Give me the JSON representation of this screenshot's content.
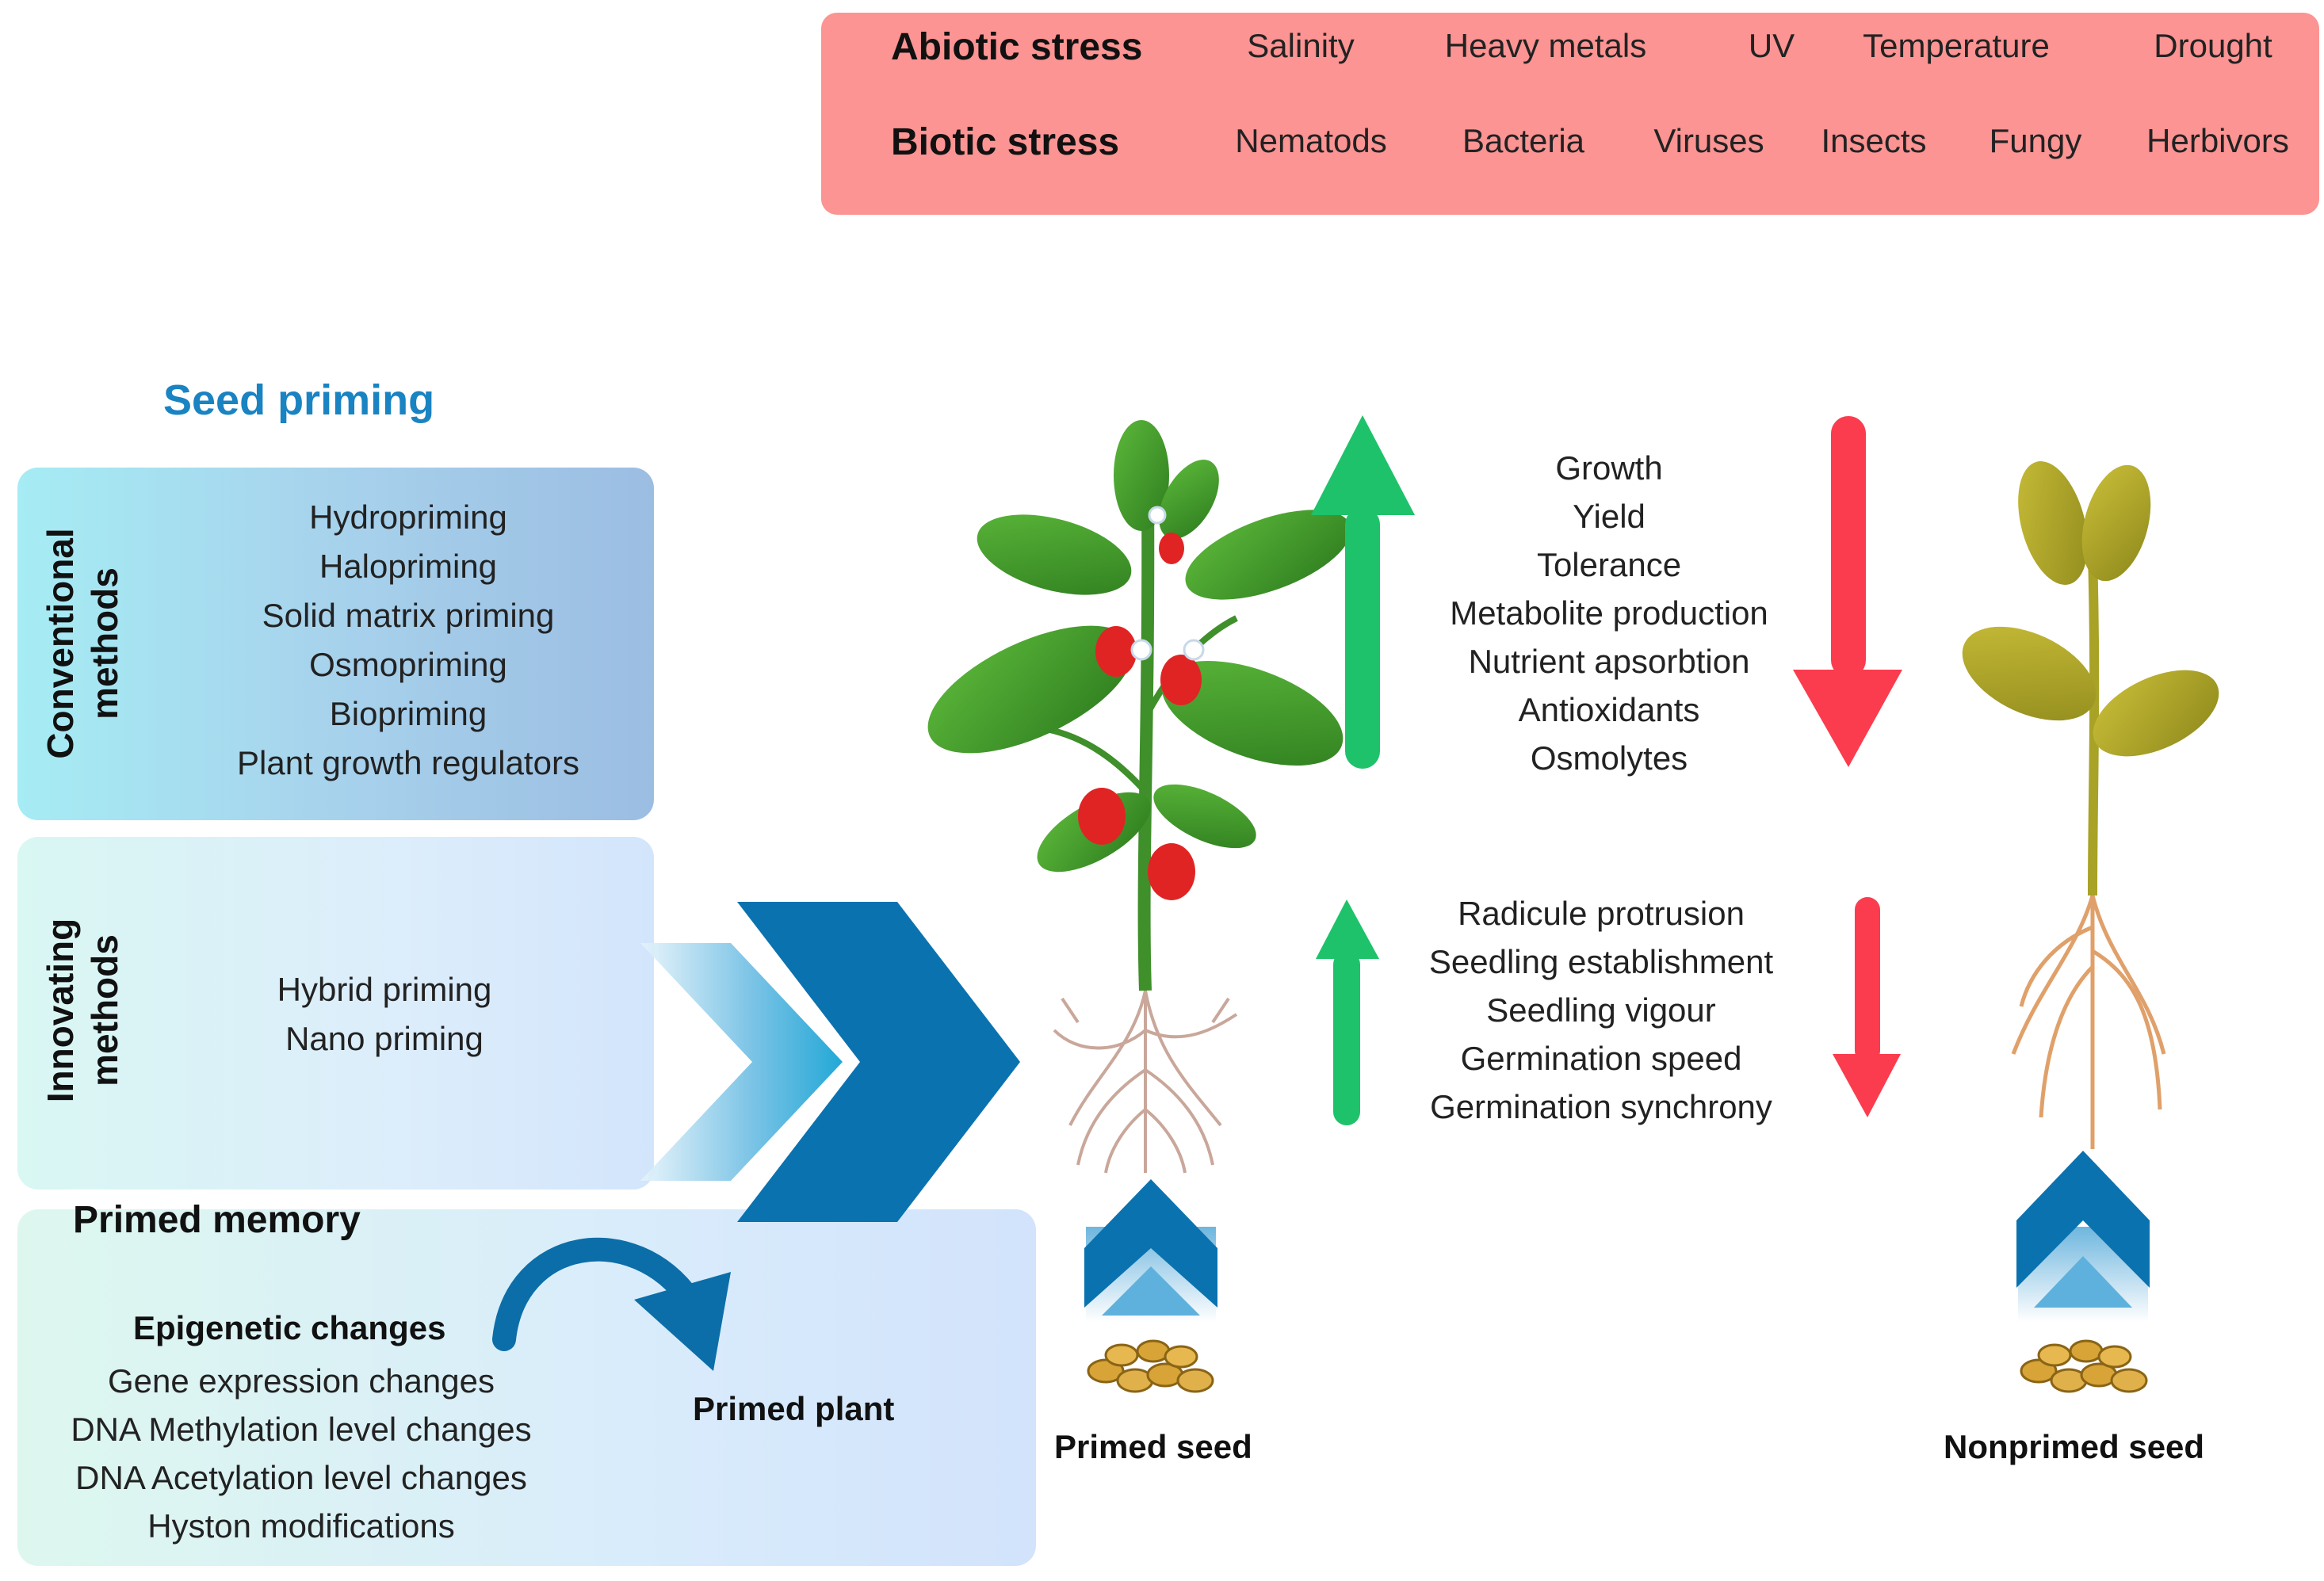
{
  "stress": {
    "abiotic": {
      "label": "Abiotic stress",
      "items": [
        "Salinity",
        "Heavy metals",
        "UV",
        "Temperature",
        "Drought"
      ]
    },
    "biotic": {
      "label": "Biotic stress",
      "items": [
        "Nematods",
        "Bacteria",
        "Viruses",
        "Insects",
        "Fungy",
        "Herbivors"
      ]
    }
  },
  "seed_priming": {
    "title": "Seed priming",
    "conventional": {
      "label": "Conventional methods",
      "items": [
        "Hydropriming",
        "Halopriming",
        "Solid matrix priming",
        "Osmopriming",
        "Biopriming",
        "Plant growth regulators"
      ]
    },
    "innovating": {
      "label": "Innovating methods",
      "items": [
        "Hybrid priming",
        "Nano priming"
      ]
    }
  },
  "primed_memory": {
    "title": "Primed memory",
    "epigenetic_title": "Epigenetic changes",
    "items": [
      "Gene expression changes",
      "DNA Methylation level changes",
      "DNA Acetylation level changes",
      "Hyston modifications"
    ],
    "primed_plant": "Primed plant"
  },
  "effects": {
    "plant_traits": [
      "Growth",
      "Yield",
      "Tolerance",
      "Metabolite production",
      "Nutrient apsorbtion",
      "Antioxidants",
      "Osmolytes"
    ],
    "germination_traits": [
      "Radicule protrusion",
      "Seedling establishment",
      "Seedling vigour",
      "Germination speed",
      "Germination synchrony"
    ]
  },
  "seeds": {
    "primed": "Primed seed",
    "nonprimed": "Nonprimed seed"
  },
  "colors": {
    "stress_panel": "#fb9493",
    "title_blue": "#1a83c2",
    "arrow_up_green": "#1ec26a",
    "arrow_down_red": "#fb3c4e",
    "chevron_blue": "#0b72b0"
  }
}
